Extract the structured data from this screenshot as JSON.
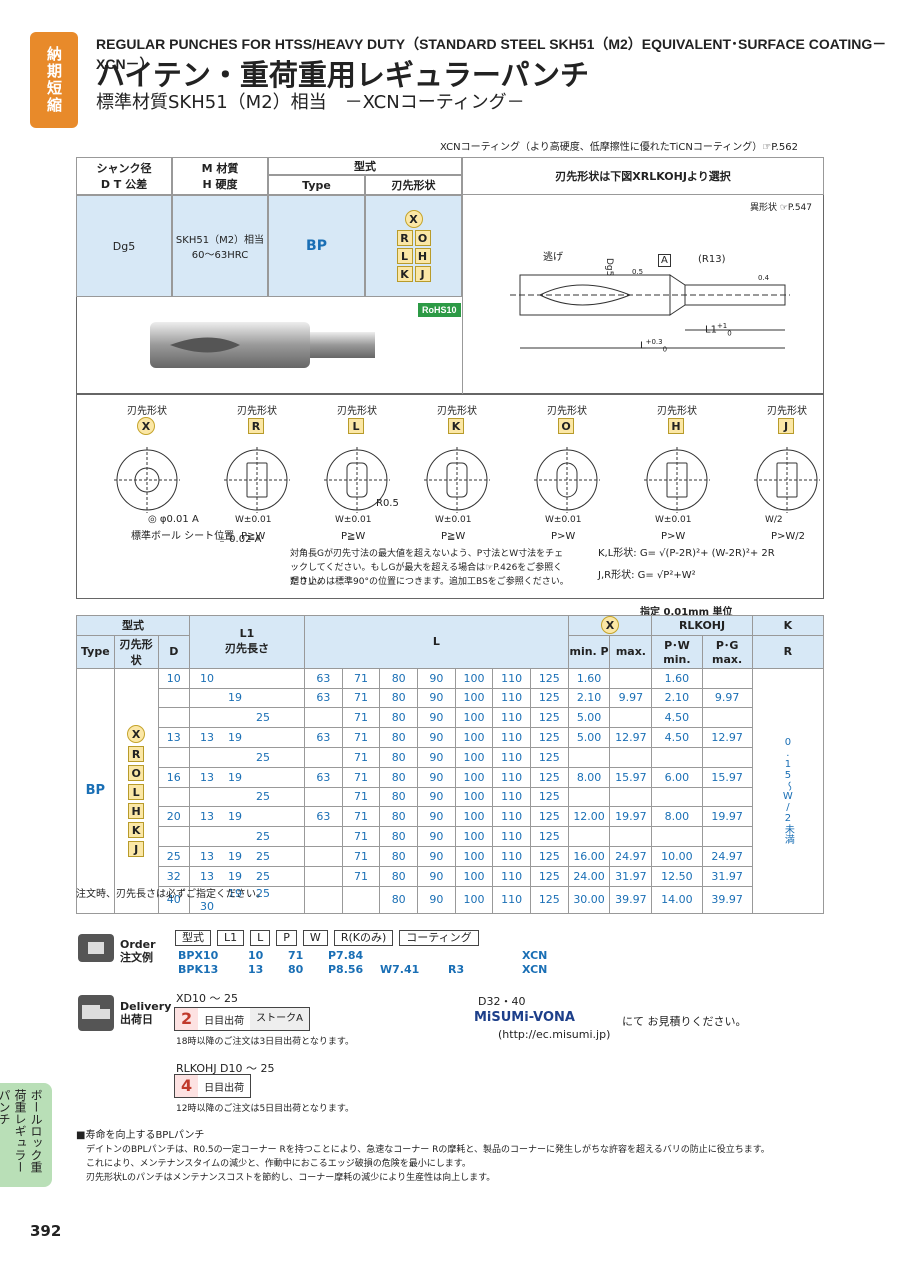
{
  "header": {
    "tag": "納期短縮",
    "en_title": "REGULAR PUNCHES FOR HTSS/HEAVY DUTY（STANDARD STEEL SKH51（M2）EQUIVALENT･SURFACE COATING－XCN－）",
    "jp_title": "ハイテン・重荷重用レギュラーパンチ",
    "subtitle": "標準材質SKH51（M2）相当　－XCNコーティング－"
  },
  "coating_note": "XCNコーティング（より高硬度、低摩擦性に優れたTiCNコーティング）☞P.562",
  "spec": {
    "shank_head": "シャンク径",
    "shank_sub": "D T 公差",
    "mat_head": "M 材質",
    "hard_head": "H 硬度",
    "type_group": "型式",
    "type_head": "Type",
    "shape_head": "刃先形状",
    "select_head": "刃先形状は下図XRLKOHJより選択",
    "dg5": "Dg5",
    "material": "SKH51（M2）相当",
    "hardness": "60～63HRC",
    "type": "BP",
    "shapes": [
      "X",
      "R",
      "O",
      "L",
      "H",
      "K",
      "J"
    ],
    "other_shape": "異形状 ☞P.547",
    "rohs": "RoHS10"
  },
  "drawing": {
    "nige": "逃げ",
    "dg5": "Dg5",
    "a": "A",
    "r13": "(R13)",
    "l1": "L1",
    "l": "L",
    "tol1": "+1",
    "tol0": "0",
    "tol03": "+0.3",
    "v05": "0.5",
    "v04": "0.4"
  },
  "shapes": [
    {
      "title": "刃先形状",
      "code": "X",
      "label": "",
      "note": "標準ボール\nシート位置"
    },
    {
      "title": "刃先形状",
      "code": "R",
      "label": "W±0.01",
      "note": "P≧W"
    },
    {
      "title": "刃先形状",
      "code": "L",
      "label": "W±0.01",
      "note": "P≧W"
    },
    {
      "title": "刃先形状",
      "code": "K",
      "label": "W±0.01",
      "note": "P≧W"
    },
    {
      "title": "刃先形状",
      "code": "O",
      "label": "W±0.01",
      "note": "P>W"
    },
    {
      "title": "刃先形状",
      "code": "H",
      "label": "W±0.01",
      "note": "P>W"
    },
    {
      "title": "刃先形状",
      "code": "J",
      "label": "W/2",
      "note": "P>W/2"
    }
  ],
  "shape_notes": {
    "xtol": "◎ φ0.01 A",
    "rtol": "⌯ 0.02 A",
    "r05": "R0.5",
    "p001": "P±0.01",
    "g": "G",
    "r": "R",
    "n1": "対角長Gが刃先寸法の最大値を超えないよう、P寸法とW寸法をチェックしてください。もしGが最大を超える場合は☞P.426をご参照ください。",
    "n2": "廻り止めは標準90°の位置につきます。追加工BSをご参照ください。",
    "f1": "K,L形状:  G= √(P-2R)²+ (W-2R)²+ 2R",
    "f2": "J,R形状:  G= √P²+W²"
  },
  "table": {
    "unit": "指定 0.01mm 単位",
    "h_type": "型式",
    "h_type_en": "Type",
    "h_shape": "刃先形状",
    "h_d": "D",
    "h_l1": "L1",
    "h_l1_sub": "刃先長さ",
    "h_l": "L",
    "h_x": "X",
    "h_minp": "min. P",
    "h_maxp": "max.",
    "h_rlkohj": "RLKOHJ",
    "h_pw": "P･W min.",
    "h_pg": "P･G max.",
    "h_k": "K",
    "h_r": "R",
    "type": "BP",
    "r_range": "0.15～W/2未満",
    "rows": [
      {
        "d": "10",
        "l1": [
          "10",
          "",
          ""
        ],
        "l": [
          "63",
          "71",
          "80",
          "90",
          "100",
          "110",
          "125"
        ],
        "xmin": "1.60",
        "xmax": "",
        "pw": "1.60",
        "pg": ""
      },
      {
        "d": "",
        "l1": [
          "",
          "19",
          ""
        ],
        "l": [
          "63",
          "71",
          "80",
          "90",
          "100",
          "110",
          "125"
        ],
        "xmin": "2.10",
        "xmax": "9.97",
        "pw": "2.10",
        "pg": "9.97"
      },
      {
        "d": "",
        "l1": [
          "",
          "",
          "25"
        ],
        "l": [
          "",
          "71",
          "80",
          "90",
          "100",
          "110",
          "125"
        ],
        "xmin": "5.00",
        "xmax": "",
        "pw": "4.50",
        "pg": ""
      },
      {
        "d": "13",
        "l1": [
          "13",
          "19",
          ""
        ],
        "l": [
          "63",
          "71",
          "80",
          "90",
          "100",
          "110",
          "125"
        ],
        "xmin": "5.00",
        "xmax": "12.97",
        "pw": "4.50",
        "pg": "12.97"
      },
      {
        "d": "",
        "l1": [
          "",
          "",
          "25"
        ],
        "l": [
          "",
          "71",
          "80",
          "90",
          "100",
          "110",
          "125"
        ],
        "xmin": "",
        "xmax": "",
        "pw": "",
        "pg": ""
      },
      {
        "d": "16",
        "l1": [
          "13",
          "19",
          ""
        ],
        "l": [
          "63",
          "71",
          "80",
          "90",
          "100",
          "110",
          "125"
        ],
        "xmin": "8.00",
        "xmax": "15.97",
        "pw": "6.00",
        "pg": "15.97"
      },
      {
        "d": "",
        "l1": [
          "",
          "",
          "25"
        ],
        "l": [
          "",
          "71",
          "80",
          "90",
          "100",
          "110",
          "125"
        ],
        "xmin": "",
        "xmax": "",
        "pw": "",
        "pg": ""
      },
      {
        "d": "20",
        "l1": [
          "13",
          "19",
          ""
        ],
        "l": [
          "63",
          "71",
          "80",
          "90",
          "100",
          "110",
          "125"
        ],
        "xmin": "12.00",
        "xmax": "19.97",
        "pw": "8.00",
        "pg": "19.97"
      },
      {
        "d": "",
        "l1": [
          "",
          "",
          "25"
        ],
        "l": [
          "",
          "71",
          "80",
          "90",
          "100",
          "110",
          "125"
        ],
        "xmin": "",
        "xmax": "",
        "pw": "",
        "pg": ""
      },
      {
        "d": "25",
        "l1": [
          "13",
          "19",
          "25"
        ],
        "l": [
          "",
          "71",
          "80",
          "90",
          "100",
          "110",
          "125"
        ],
        "xmin": "16.00",
        "xmax": "24.97",
        "pw": "10.00",
        "pg": "24.97"
      },
      {
        "d": "32",
        "l1": [
          "13",
          "19",
          "25"
        ],
        "l": [
          "",
          "71",
          "80",
          "90",
          "100",
          "110",
          "125"
        ],
        "xmin": "24.00",
        "xmax": "31.97",
        "pw": "12.50",
        "pg": "31.97"
      },
      {
        "d": "40",
        "l1": [
          "",
          "19",
          "25",
          "30"
        ],
        "l": [
          "",
          "",
          "80",
          "90",
          "100",
          "110",
          "125"
        ],
        "xmin": "30.00",
        "xmax": "39.97",
        "pw": "14.00",
        "pg": "39.97"
      }
    ],
    "footnote": "注文時、刃先長さは必ずご指定ください。"
  },
  "order": {
    "label": "Order",
    "label_jp": "注文例",
    "cols": [
      "型式",
      "L1",
      "L",
      "P",
      "W",
      "R(Kのみ)",
      "コーティング"
    ],
    "ex1": [
      "BPX10",
      "10",
      "71",
      "P7.84",
      "",
      "",
      "XCN"
    ],
    "ex2": [
      "BPK13",
      "13",
      "80",
      "P8.56",
      "W7.41",
      "R3",
      "XCN"
    ]
  },
  "delivery": {
    "label": "Delivery",
    "label_jp": "出荷日",
    "x_range": "XD10 ～ 25",
    "days2": "2",
    "days2_label": "日目出荷",
    "stroke": "ストークA",
    "note2": "18時以降のご注文は3日目出荷となります。",
    "d3240": "D32・40",
    "vona": "MiSUMi-VONA",
    "vona_text": "にて お見積りください。",
    "url": "(http://ec.misumi.jp)",
    "r_range": "RLKOHJ D10 ～ 25",
    "days4": "4",
    "days4_label": "日目出荷",
    "note4": "12時以降のご注文は5日目出荷となります。"
  },
  "bottom": {
    "h": "■寿命を向上するBPLパンチ",
    "p1": "デイトンのBPLパンチは、R0.5の一定コーナー Rを持つことにより、急速なコーナー Rの摩耗と、製品のコーナーに発生しがちな許容を超えるバリの防止に役立ちます。",
    "p2": "これにより、メンテナンスタイムの減少と、作動中におこるエッジ破損の危険を最小にします。",
    "p3": "刃先形状Lのパンチはメンテナンスコストを節約し、コーナー摩耗の減少により生産性は向上します。"
  },
  "sidetab": "ボールロック重荷重レギュラーパンチ",
  "page_number": "392"
}
